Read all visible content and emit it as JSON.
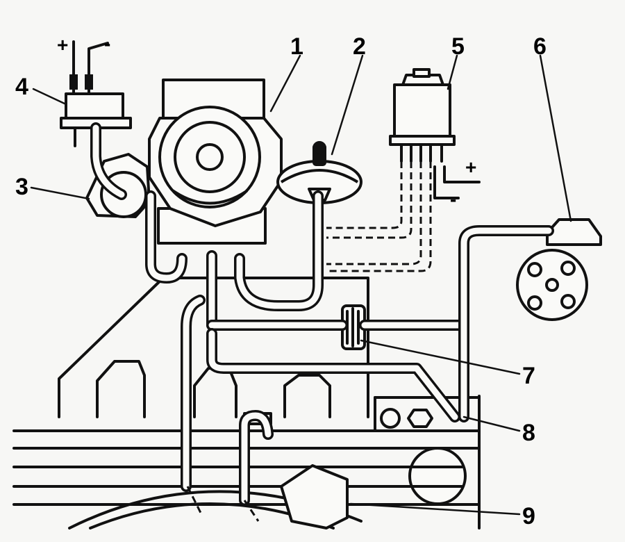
{
  "callouts": {
    "c1": "1",
    "c2": "2",
    "c3": "3",
    "c4": "4",
    "c5": "5",
    "c6": "6",
    "c7": "7",
    "c8": "8",
    "c9": "9"
  },
  "terminals": {
    "plus_top": "+",
    "minus_top": "-",
    "plus_right": "+",
    "minus_right": "-"
  },
  "colors": {
    "ink": "#111111",
    "paper": "#f7f7f5"
  }
}
